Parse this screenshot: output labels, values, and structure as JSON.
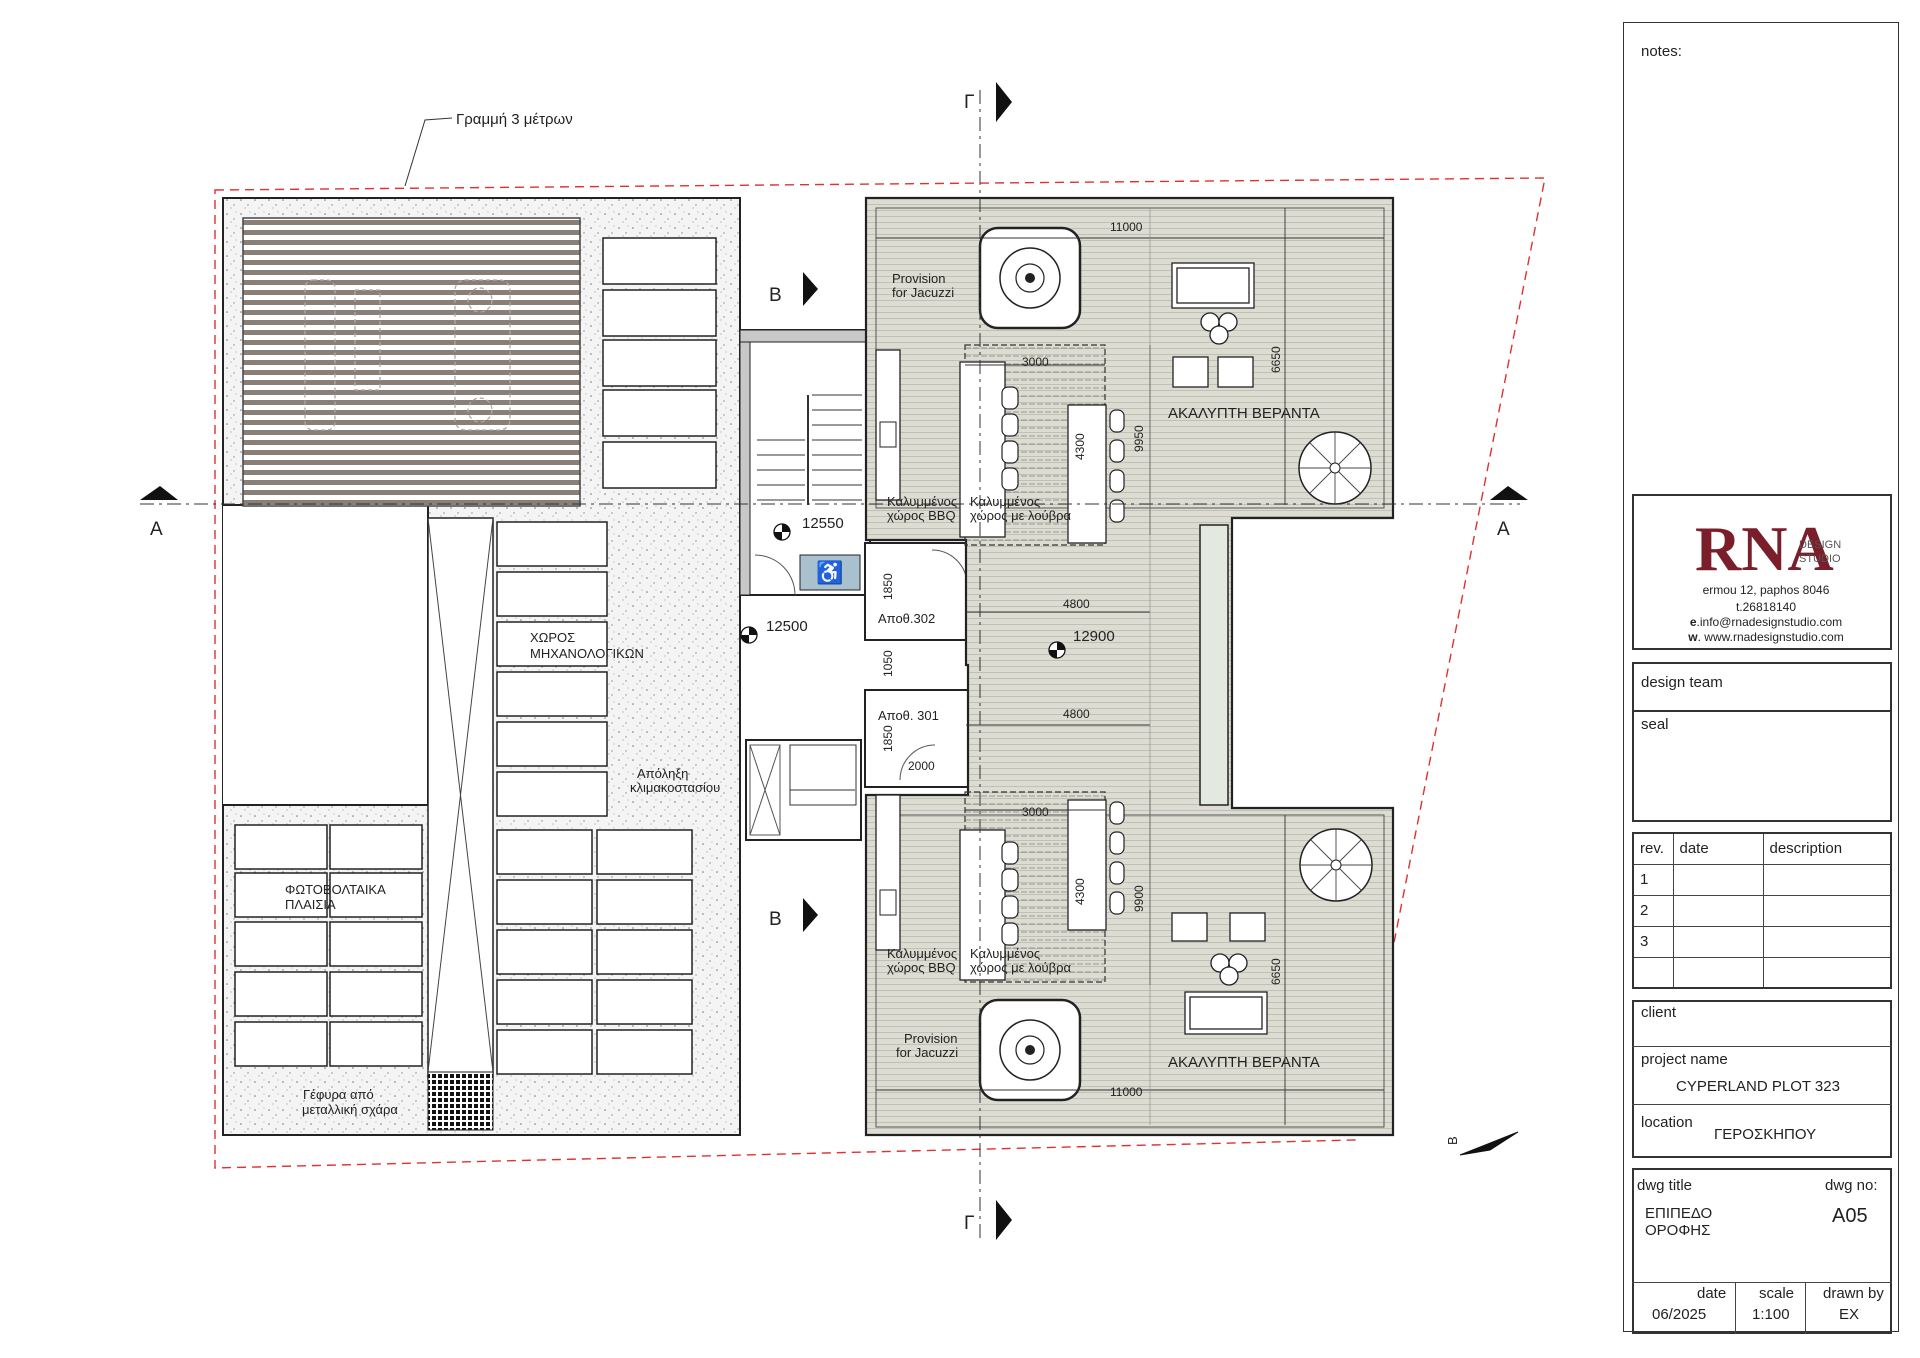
{
  "plan": {
    "section_marks": {
      "a": "A",
      "b": "B",
      "g": "Γ"
    },
    "line_3m_label": "Γραμμή 3 μέτρων",
    "rooms": {
      "veranda_top": "ΑΚΑΛΥΠΤΗ ΒΕΡΑΝΤΑ",
      "veranda_bottom": "ΑΚΑΛΥΠΤΗ ΒΕΡΑΝΤΑ",
      "mechanical_1": "ΧΩΡΟΣ",
      "mechanical_2": "ΜΗΧΑΝΟΛΟΓΙΚΩΝ",
      "pv_1": "ΦΩΤΟΒΟΛΤΑΙΚΑ",
      "pv_2": "ΠΛΑΙΣΙΑ",
      "stair_exit_1": "Απόληξη",
      "stair_exit_2": "κλιμακοστασίου",
      "bridge_1": "Γέφυρα από",
      "bridge_2": "μεταλλική σχάρα",
      "storage_302": "Αποθ.302",
      "storage_301": "Αποθ. 301",
      "bbq_top_1": "Καλυμμένος",
      "bbq_top_2": "χώρος BBQ",
      "louver_top_1": "Καλυμμένος",
      "louver_top_2": "χώρος με λούβρα",
      "bbq_bottom_1": "Καλυμμένος",
      "bbq_bottom_2": "χώρος BBQ",
      "louver_bottom_1": "Καλυμμένος",
      "louver_bottom_2": "χώρος με λούβρα",
      "jacuzzi_top_1": "Provision",
      "jacuzzi_top_2": "for Jacuzzi",
      "jacuzzi_bottom_1": "Provision",
      "jacuzzi_bottom_2": "for Jacuzzi"
    },
    "levels": {
      "stair": "12550",
      "hall": "12500",
      "corridor": "12900"
    },
    "dims": {
      "w_top": "11000",
      "w_bottom": "11000",
      "pergola_top": "3000",
      "pergola_bottom": "3000",
      "table_top": "4300",
      "table_bottom": "4300",
      "depth_top": "9950",
      "depth_bottom": "9900",
      "veranda_top": "6650",
      "veranda_bottom": "6650",
      "corr_top": "4800",
      "corr_bottom": "4800",
      "store_top": "1850",
      "store_bottom": "1850",
      "passage": "1050",
      "door": "2000"
    },
    "north_label": "Β"
  },
  "title_block": {
    "notes_label": "notes:",
    "logo_text": "RNA",
    "logo_sub_1": "DESIGN",
    "logo_sub_2": "STUDIO",
    "address": "ermou 12, paphos 8046",
    "phone": "t.26818140",
    "email_prefix": "e",
    "email": ".info@rnadesignstudio.com",
    "web_prefix": "w",
    "web": ". www.rnadesignstudio.com",
    "design_team_label": "design team",
    "seal_label": "seal",
    "rev_headers": {
      "rev": "rev.",
      "date": "date",
      "description": "description"
    },
    "rev_rows": [
      "1",
      "2",
      "3",
      ""
    ],
    "client_label": "client",
    "project_name_label": "project name",
    "project_name": "CYPERLAND PLOT 323",
    "location_label": "location",
    "location": "ΓΕΡΟΣΚΗΠΟΥ",
    "dwg_title_label": "dwg title",
    "dwg_title_1": "ΕΠΙΠΕΔΟ",
    "dwg_title_2": "ΟΡΟΦΗΣ",
    "dwg_no_label": "dwg no:",
    "dwg_no": "A05",
    "date_label": "date",
    "date": "06/2025",
    "scale_label": "scale",
    "scale": "1:100",
    "drawn_by_label": "drawn by",
    "drawn_by": "EX"
  },
  "colors": {
    "deck": "#dcdcd2",
    "wall": "#c8c8c8",
    "line": "#222222",
    "dashed": "#e03030",
    "logo": "#7b1e2b",
    "gravel": "#f3f3f3"
  }
}
